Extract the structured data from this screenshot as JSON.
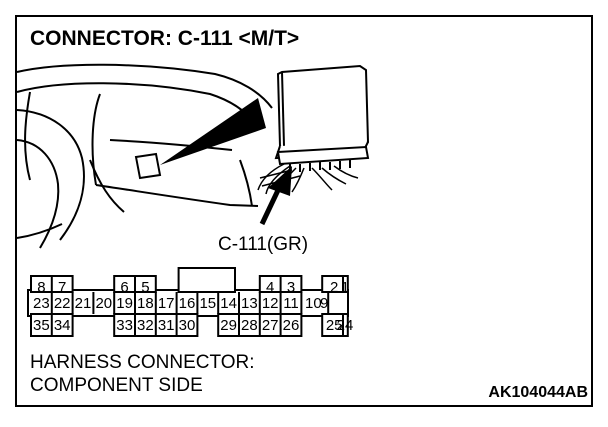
{
  "title": "CONNECTOR: C-111 <M/T>",
  "connector_label": "C-111(GR)",
  "caption_line1": "HARNESS CONNECTOR:",
  "caption_line2": "COMPONENT SIDE",
  "figure_code": "AK104044AB",
  "pins": {
    "row1": [
      "8",
      "7",
      "6",
      "5",
      "4",
      "3",
      "2",
      "1"
    ],
    "row2": [
      "23",
      "22",
      "21",
      "20",
      "19",
      "18",
      "17",
      "16",
      "15",
      "14",
      "13",
      "12",
      "11",
      "10",
      "9"
    ],
    "row3": [
      "35",
      "34",
      "33",
      "32",
      "31",
      "30",
      "29",
      "28",
      "27",
      "26",
      "25",
      "24"
    ]
  }
}
